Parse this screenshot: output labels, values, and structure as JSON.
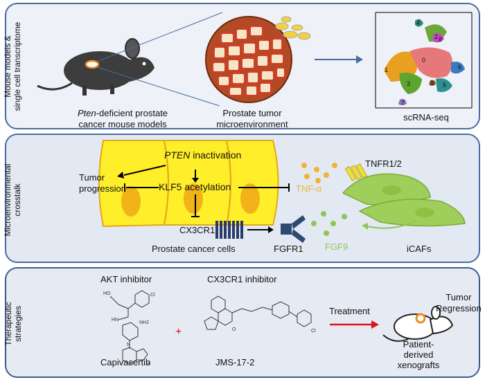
{
  "panel1": {
    "side_label_line1": "Mouse models &",
    "side_label_line2": "single cell transcriptome",
    "mouse_caption_line1_italic": "Pten",
    "mouse_caption_line1_rest": "-deficient prostate",
    "mouse_caption_line2": "cancer mouse models",
    "tumor_caption_line1": "Prostate tumor",
    "tumor_caption_line2": "microenvironment",
    "scrna_caption": "scRNA-seq",
    "clusters": [
      "0",
      "1",
      "2",
      "3",
      "4",
      "5",
      "6",
      "7",
      "8",
      "9"
    ]
  },
  "panel2": {
    "side_label_line1": "Microenvironmental",
    "side_label_line2": "crosstalk",
    "pten_italic": "PTEN",
    "pten_rest": " inactivation",
    "klf5": "KLF5 acetylation",
    "tumor_line1": "Tumor",
    "tumor_line2": "progression",
    "cx3cr1": "CX3CR1",
    "fgfr1": "FGFR1",
    "prostate_cells": "Prostate cancer cells",
    "tnfa": "TNF-α",
    "tnfr": "TNFR1/2",
    "fgf9": "FGF9",
    "icafs": "iCAFs"
  },
  "panel3": {
    "side_label_line1": "Therapeutic",
    "side_label_line2": "strategies",
    "akt": "AKT inhibitor",
    "cx3cr1_inhibitor": "CX3CR1 inhibitor",
    "plus": "+",
    "treatment": "Treatment",
    "tumor_regression_line1": "Tumor",
    "tumor_regression_line2": "Regression",
    "capivasertib": "Capivasertib",
    "jms": "JMS-17-2",
    "pdx_line1": "Patient-",
    "pdx_line2": "derived",
    "pdx_line3": "xenografts",
    "mol_labels": [
      "HO",
      "HN",
      "NH2",
      "N",
      "Cl",
      "O",
      "H"
    ]
  },
  "colors": {
    "panel_border": "#4a6aa0",
    "cell_yellow": "#ffee2a",
    "nucleus": "#f2b21a",
    "caf_green": "#9fcf5a",
    "tnf_orange": "#f2b233",
    "treatment_arrow": "#d8141c"
  }
}
